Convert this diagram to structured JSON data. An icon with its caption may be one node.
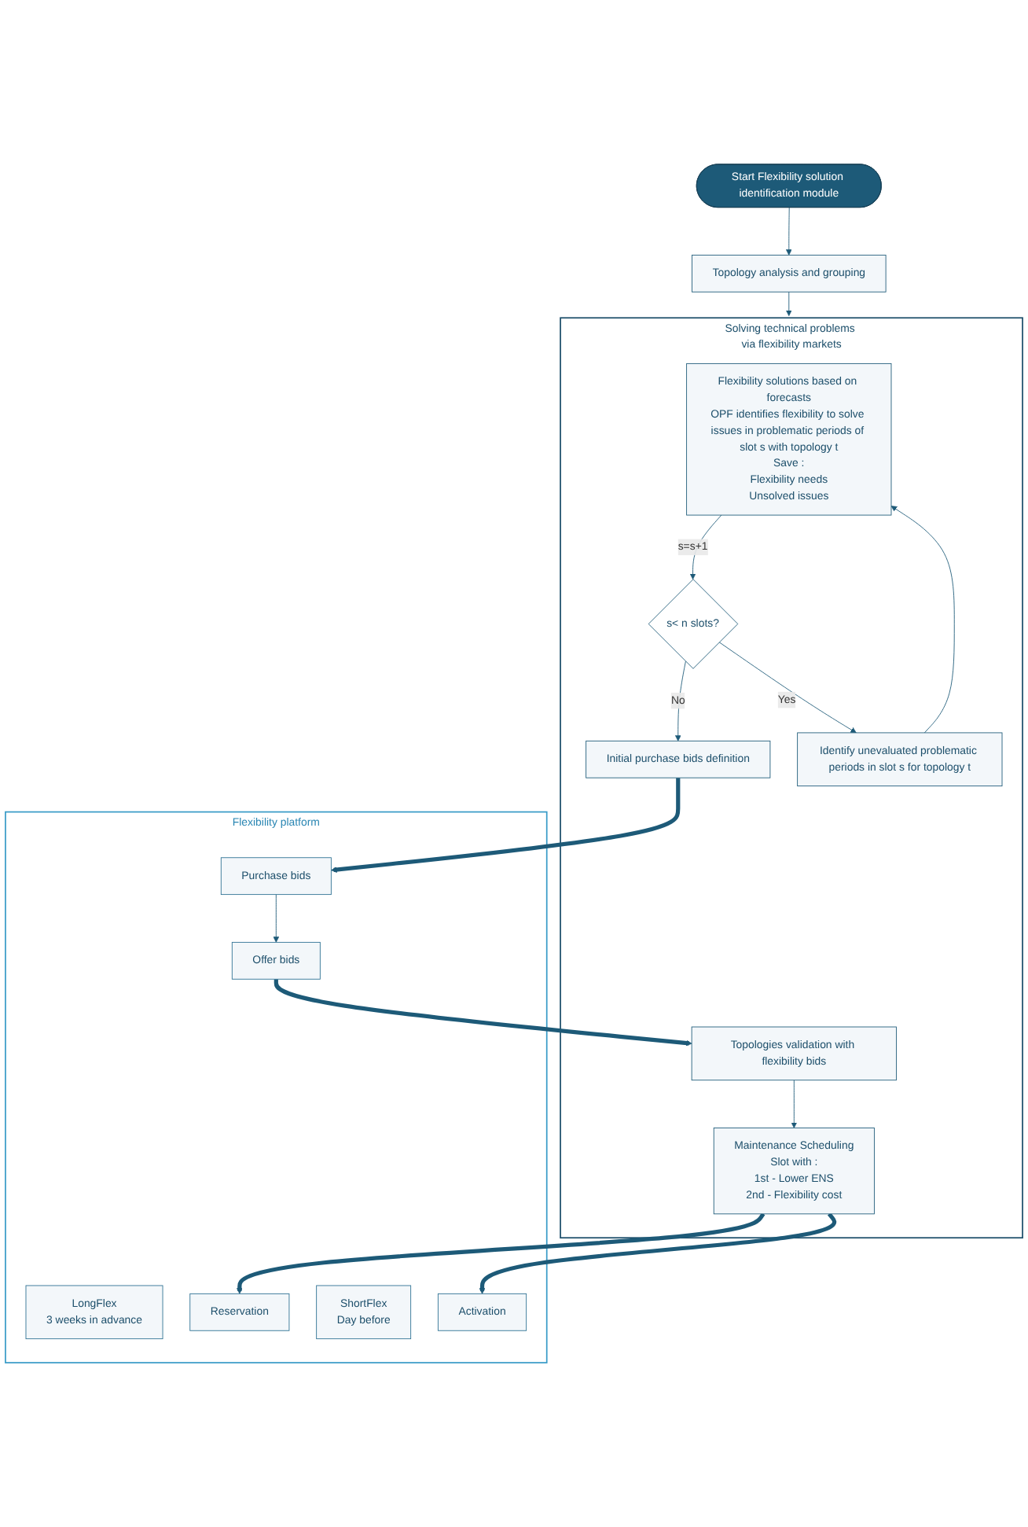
{
  "diagram": {
    "nodes": [
      {
        "text": [
          "Start Flexibility solution identification module"
        ]
      },
      {
        "text": [
          "Topology analysis and grouping"
        ]
      },
      {
        "text": [
          "Solving technical problems via flexibility markets"
        ]
      },
      {
        "text": [
          "Flexibility solutions based on forecasts",
          "OPF identifies flexibility to solve issues in problematic periods of slot s with topology t",
          "Save :",
          "Flexibility needs",
          "Unsolved issues"
        ],
        "in": 2
      },
      {
        "text": [
          "s< n slots?"
        ],
        "in": 2
      },
      {
        "text": [
          "Initial purchase bids definition"
        ],
        "in": 2
      },
      {
        "text": [
          "Topologies validation with flexibility bids"
        ],
        "in": 2
      },
      {
        "text": [
          "Identify unevaluated problematic periods in slot s for topology t"
        ],
        "in": 2
      },
      {
        "text": [
          "Maintenance Scheduling",
          "Slot with :",
          "1st - Lower ENS",
          "2nd - Flexibility cost"
        ],
        "in": 2
      },
      {
        "text": [
          "Flexibility platform"
        ]
      },
      {
        "text": [
          "LongFlex",
          "3 weeks in advance"
        ],
        "in": 9
      },
      {
        "text": [
          "Purchase bids"
        ],
        "in": 9
      },
      {
        "text": [
          "Offer bids"
        ],
        "in": 9
      },
      {
        "text": [
          "Reservation"
        ],
        "in": 9
      },
      {
        "text": [
          "ShortFlex",
          "Day before"
        ],
        "in": 9
      },
      {
        "text": [
          "Activation"
        ],
        "in": 9
      }
    ],
    "edges": [
      {
        "from": 0,
        "to": 1,
        "arrow": "to"
      },
      {
        "from": 1,
        "to": 2,
        "arrow": "to"
      },
      {
        "from": 3,
        "to": 4,
        "arrow": "to",
        "label": "s=s+1"
      },
      {
        "from": 4,
        "to": 5,
        "arrow": "to",
        "label": "No"
      },
      {
        "from": 4,
        "to": 7,
        "arrow": "to",
        "label": "Yes"
      },
      {
        "from": 7,
        "to": 3,
        "arrow": "to"
      },
      {
        "from": 5,
        "to": 11,
        "arrow": "to",
        "style": "thick"
      },
      {
        "from": 11,
        "to": 12,
        "arrow": "to"
      },
      {
        "from": 12,
        "to": 6,
        "arrow": "to",
        "style": "thick"
      },
      {
        "from": 6,
        "to": 8,
        "arrow": "to"
      },
      {
        "from": 8,
        "to": 13,
        "arrow": "to",
        "style": "thick"
      },
      {
        "from": 8,
        "to": 15,
        "arrow": "to",
        "style": "thick"
      }
    ]
  }
}
